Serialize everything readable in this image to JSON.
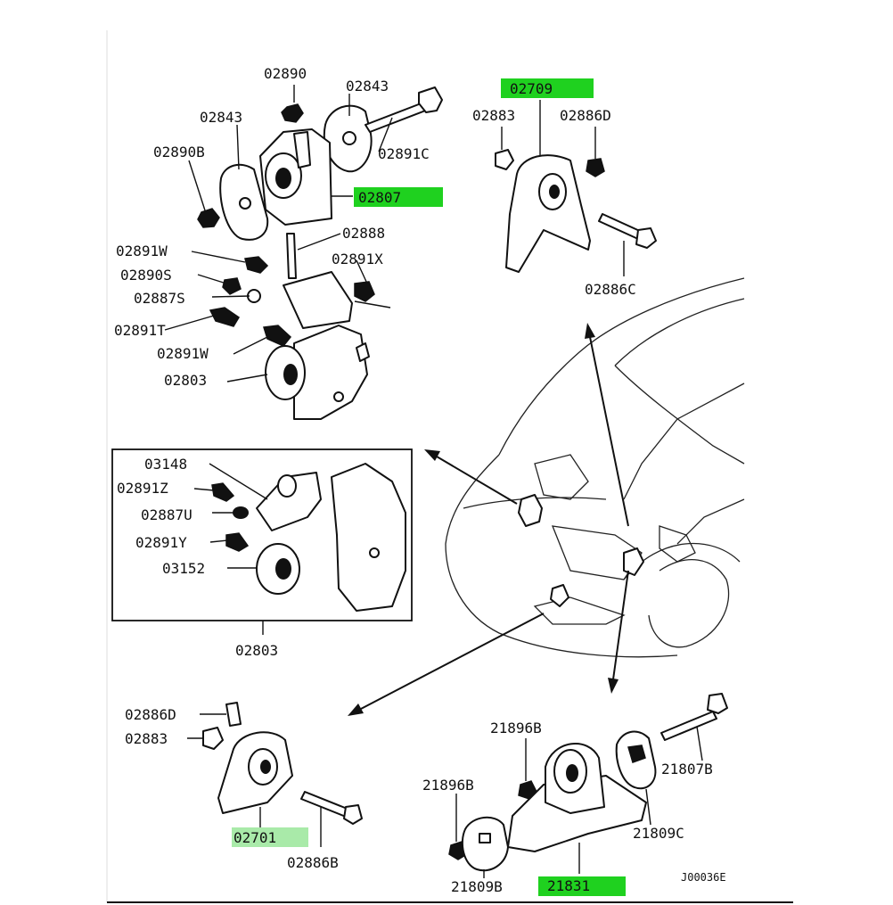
{
  "diagram": {
    "footer_code": "J00036E",
    "highlight_color": "#1fd11f",
    "highlight_soft_color": "#a9eaa9"
  },
  "labels": {
    "p02890": "02890",
    "p02843_top": "02843",
    "p02843_left": "02843",
    "p02890b": "02890B",
    "p02891c": "02891C",
    "p02807": "02807",
    "p02888": "02888",
    "p02891w_a": "02891W",
    "p02891x": "02891X",
    "p02890s": "02890S",
    "p02887s": "02887S",
    "p02891t": "02891T",
    "p02891w_b": "02891W",
    "p02803_top": "02803",
    "p02709": "02709",
    "p02883_top": "02883",
    "p02886d_top": "02886D",
    "p02886c": "02886C",
    "p03148": "03148",
    "p02891z": "02891Z",
    "p02887u": "02887U",
    "p02891y": "02891Y",
    "p03152": "03152",
    "p02803_box": "02803",
    "p02886d_bot": "02886D",
    "p02883_bot": "02883",
    "p02701": "02701",
    "p02886b": "02886B",
    "p21896b_top": "21896B",
    "p21896b_left": "21896B",
    "p21807b": "21807B",
    "p21809c": "21809C",
    "p21809b": "21809B",
    "p21831": "21831"
  }
}
